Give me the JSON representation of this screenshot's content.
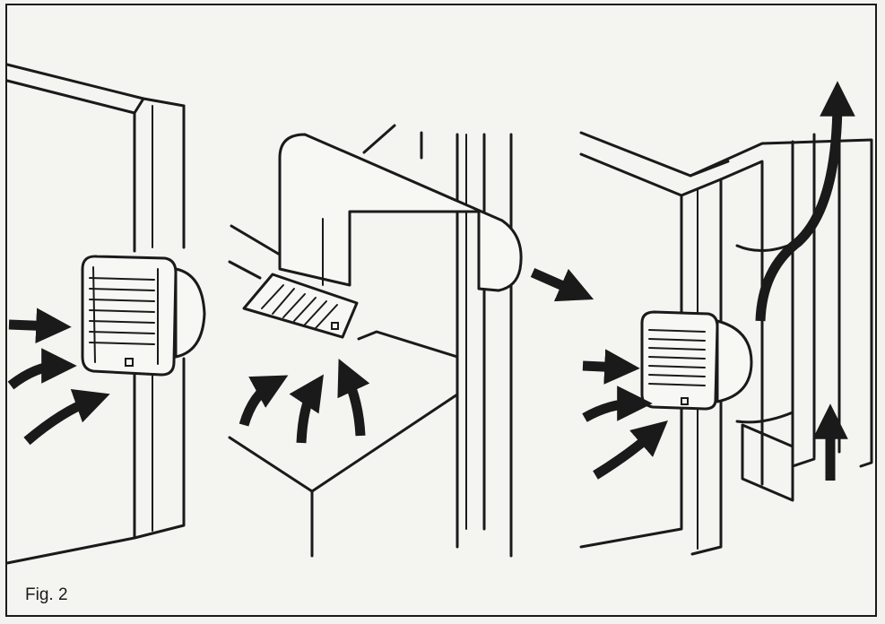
{
  "figure": {
    "caption": "Fig. 2",
    "panels": [
      {
        "name": "wall-mounted-fan"
      },
      {
        "name": "ducted-fan"
      },
      {
        "name": "fan-with-duct-through-cavity"
      }
    ]
  }
}
